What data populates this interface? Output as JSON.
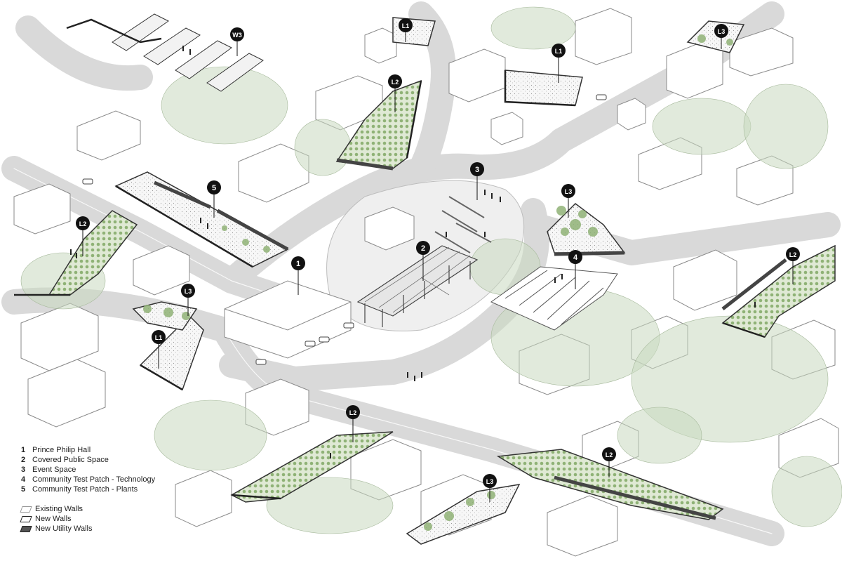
{
  "legend": {
    "items": [
      {
        "num": "1",
        "label": "Prince Philip Hall"
      },
      {
        "num": "2",
        "label": "Covered Public Space"
      },
      {
        "num": "3",
        "label": "Event Space"
      },
      {
        "num": "4",
        "label": "Community Test Patch - Technology"
      },
      {
        "num": "5",
        "label": "Community Test Patch - Plants"
      }
    ],
    "walls": [
      {
        "label": "Existing Walls",
        "style": "existing"
      },
      {
        "label": "New Walls",
        "style": "new"
      },
      {
        "label": "New Utility Walls",
        "style": "utility"
      }
    ]
  },
  "markers": [
    {
      "id": "1",
      "label": "1"
    },
    {
      "id": "2",
      "label": "2"
    },
    {
      "id": "3",
      "label": "3"
    },
    {
      "id": "4",
      "label": "4"
    },
    {
      "id": "5",
      "label": "5"
    },
    {
      "id": "w3",
      "label": "W3"
    },
    {
      "id": "l1-a",
      "label": "L1"
    },
    {
      "id": "l1-b",
      "label": "L1"
    },
    {
      "id": "l1-c",
      "label": "L1"
    },
    {
      "id": "l2-a",
      "label": "L2"
    },
    {
      "id": "l2-b",
      "label": "L2"
    },
    {
      "id": "l2-c",
      "label": "L2"
    },
    {
      "id": "l2-d",
      "label": "L2"
    },
    {
      "id": "l2-e",
      "label": "L2"
    },
    {
      "id": "l3-a",
      "label": "L3"
    },
    {
      "id": "l3-b",
      "label": "L3"
    },
    {
      "id": "l3-c",
      "label": "L3"
    },
    {
      "id": "l3-d",
      "label": "L3"
    }
  ],
  "colors": {
    "road": "#dcdcdc",
    "building_fill": "#ffffff",
    "building_stroke": "#8a8a8a",
    "planting": "#9fc08a",
    "tree": "#b9cdb0",
    "marker_fill": "#111111",
    "marker_text": "#ffffff"
  }
}
